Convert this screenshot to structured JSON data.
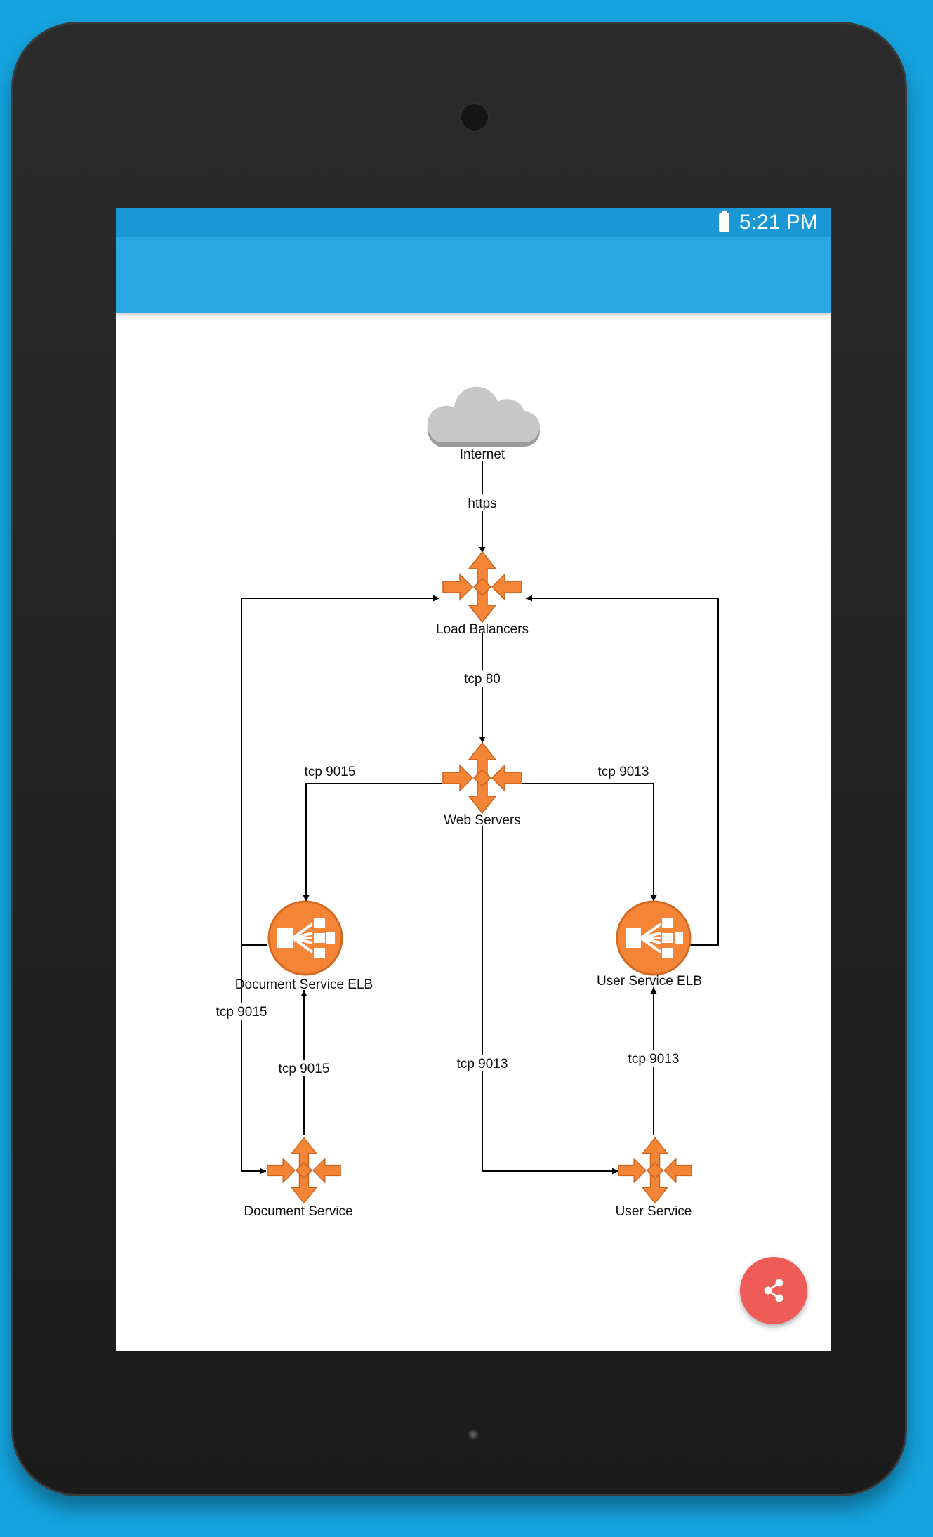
{
  "status_bar": {
    "time": "5:21 PM"
  },
  "diagram": {
    "nodes": {
      "internet": "Internet",
      "load_balancers": "Load Balancers",
      "web_servers": "Web Servers",
      "document_service_elb": "Document Service ELB",
      "user_service_elb": "User Service ELB",
      "document_service": "Document Service",
      "user_service": "User Service"
    },
    "edges": {
      "internet_to_lb": "https",
      "lb_to_web": "tcp 80",
      "web_to_doc_elb": "tcp 9015",
      "web_to_user_elb": "tcp 9013",
      "doc_elb_to_doc_service": "tcp 9015",
      "doc_service_to_doc_elb": "tcp 9015",
      "web_to_user_service": "tcp 9013",
      "user_service_to_user_elb": "tcp 9013"
    }
  },
  "icons": {
    "share": "share-icon",
    "battery": "battery-icon",
    "cloud": "cloud-icon"
  },
  "colors": {
    "status_bar": "#1a98d5",
    "app_bar": "#29a8e2",
    "fab": "#ef5b56",
    "node_orange": "#f58536"
  }
}
